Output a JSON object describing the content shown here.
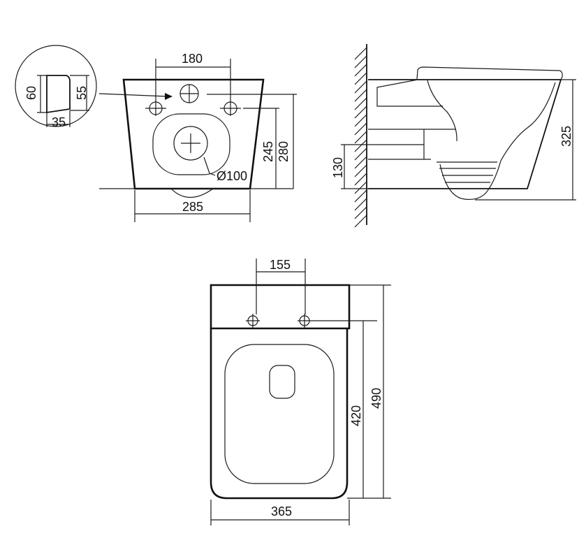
{
  "front_view": {
    "dim_hole_spacing": "180",
    "dim_width": "285",
    "dim_height_lower": "245",
    "dim_height_upper": "280",
    "dim_outlet_diameter": "Ø100"
  },
  "detail_inset": {
    "dim_height_outer": "60",
    "dim_height_inner": "55",
    "dim_width": "35"
  },
  "side_view": {
    "dim_height": "325",
    "dim_outlet_height": "130"
  },
  "top_view": {
    "dim_hole_spacing": "155",
    "dim_length": "490",
    "dim_length_inner": "420",
    "dim_width": "365"
  }
}
